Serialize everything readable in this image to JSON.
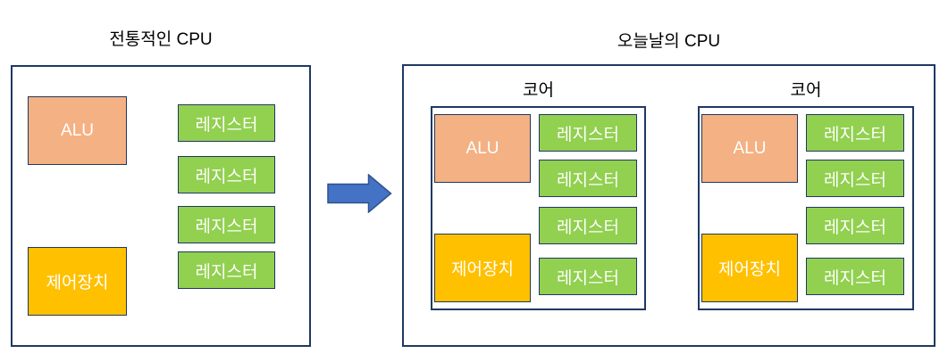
{
  "colors": {
    "alu_fill": "#F4B183",
    "control_fill": "#FFC000",
    "register_fill": "#92D050",
    "box_border": "#1F3864",
    "arrow_fill": "#4472C4",
    "arrow_border": "#2F528F",
    "title_text": "#000000",
    "box_text": "#FFFFFF"
  },
  "icons": {
    "arrow": "right-arrow-icon"
  },
  "traditional_cpu": {
    "title": "전통적인 CPU",
    "alu_label": "ALU",
    "control_label": "제어장치",
    "registers": [
      "레지스터",
      "레지스터",
      "레지스터",
      "레지스터"
    ]
  },
  "modern_cpu": {
    "title": "오늘날의 CPU",
    "cores": [
      {
        "label": "코어",
        "alu_label": "ALU",
        "control_label": "제어장치",
        "registers": [
          "레지스터",
          "레지스터",
          "레지스터",
          "레지스터"
        ]
      },
      {
        "label": "코어",
        "alu_label": "ALU",
        "control_label": "제어장치",
        "registers": [
          "레지스터",
          "레지스터",
          "레지스터",
          "레지스터"
        ]
      }
    ]
  }
}
